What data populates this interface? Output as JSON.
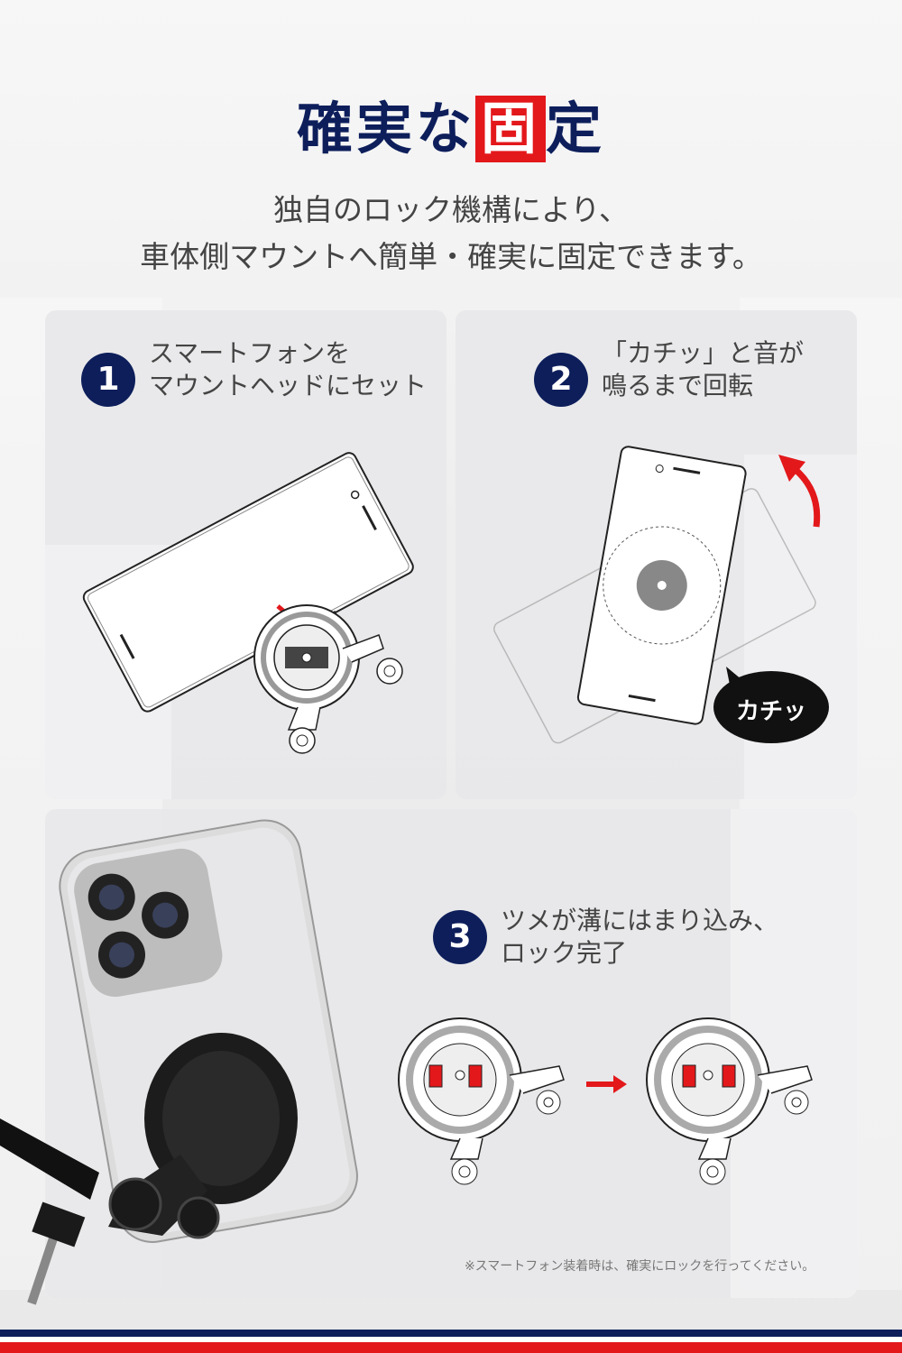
{
  "title": {
    "part1": "確実な",
    "highlight": "固",
    "part2": "定"
  },
  "subtitle": {
    "line1": "独自のロック機構により、",
    "line2": "車体側マウントへ簡単・確実に固定できます。"
  },
  "steps": [
    {
      "number": "1",
      "line1": "スマートフォンを",
      "line2": "マウントヘッドにセット"
    },
    {
      "number": "2",
      "line1": "「カチッ」と音が",
      "line2": "鳴るまで回転"
    },
    {
      "number": "3",
      "line1": "ツメが溝にはまり込み、",
      "line2": "ロック完了"
    }
  ],
  "click_bubble": "カチッ",
  "note": "※スマートフォン装着時は、確実にロックを行ってください。",
  "colors": {
    "navy": "#0d1e5b",
    "red": "#e3181b"
  }
}
